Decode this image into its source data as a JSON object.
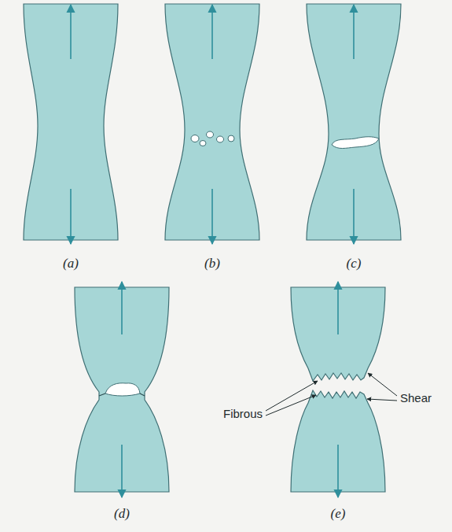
{
  "diagram": {
    "labels": [
      "(a)",
      "(b)",
      "(c)",
      "(d)",
      "(e)",
      "Fibrous",
      "Shear"
    ]
  }
}
